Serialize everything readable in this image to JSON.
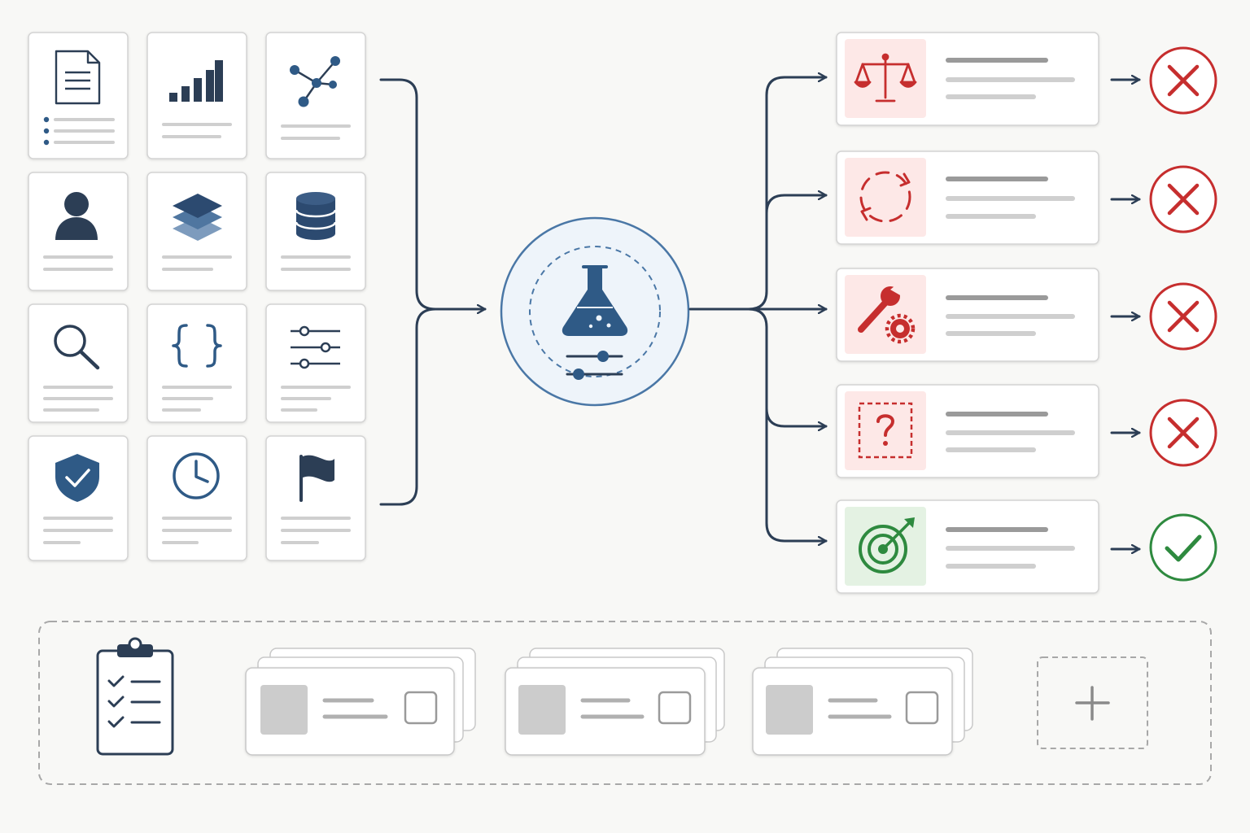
{
  "colors": {
    "background": "#f8f8f6",
    "ink": "#2c3e55",
    "primary_blue": "#2f5a86",
    "soft_blue": "#7d9bbd",
    "hub_fill": "#eef4fa",
    "hub_stroke": "#4a77a6",
    "failure_red": "#c62e2e",
    "failure_bg": "#fde8e7",
    "success_green": "#2e8a3f",
    "success_bg": "#e4f2e3",
    "placeholder_line": "#cfcfcf",
    "placeholder_dark": "#9a9a9a",
    "card_border": "#d4d4d4",
    "dashed_border": "#a8a8a8"
  },
  "inputs": {
    "tiles": [
      {
        "icon": "document-icon"
      },
      {
        "icon": "bar-chart-icon"
      },
      {
        "icon": "network-graph-icon"
      },
      {
        "icon": "user-icon"
      },
      {
        "icon": "layers-icon"
      },
      {
        "icon": "database-icon"
      },
      {
        "icon": "search-icon"
      },
      {
        "icon": "code-braces-icon"
      },
      {
        "icon": "sliders-icon"
      },
      {
        "icon": "shield-check-icon"
      },
      {
        "icon": "clock-icon"
      },
      {
        "icon": "flag-icon"
      }
    ]
  },
  "hub": {
    "icon": "flask-icon",
    "secondary_icon": "sliders-icon"
  },
  "outcomes": [
    {
      "icon": "balance-scale-icon",
      "result": "fail",
      "result_icon": "x-circle-icon"
    },
    {
      "icon": "cycle-arrows-icon",
      "result": "fail",
      "result_icon": "x-circle-icon"
    },
    {
      "icon": "wrench-gear-icon",
      "result": "fail",
      "result_icon": "x-circle-icon"
    },
    {
      "icon": "question-box-icon",
      "result": "fail",
      "result_icon": "x-circle-icon"
    },
    {
      "icon": "target-icon",
      "result": "pass",
      "result_icon": "check-circle-icon"
    }
  ],
  "tray": {
    "icon": "clipboard-checklist-icon",
    "stack_count": 3,
    "add_icon": "plus-icon"
  }
}
